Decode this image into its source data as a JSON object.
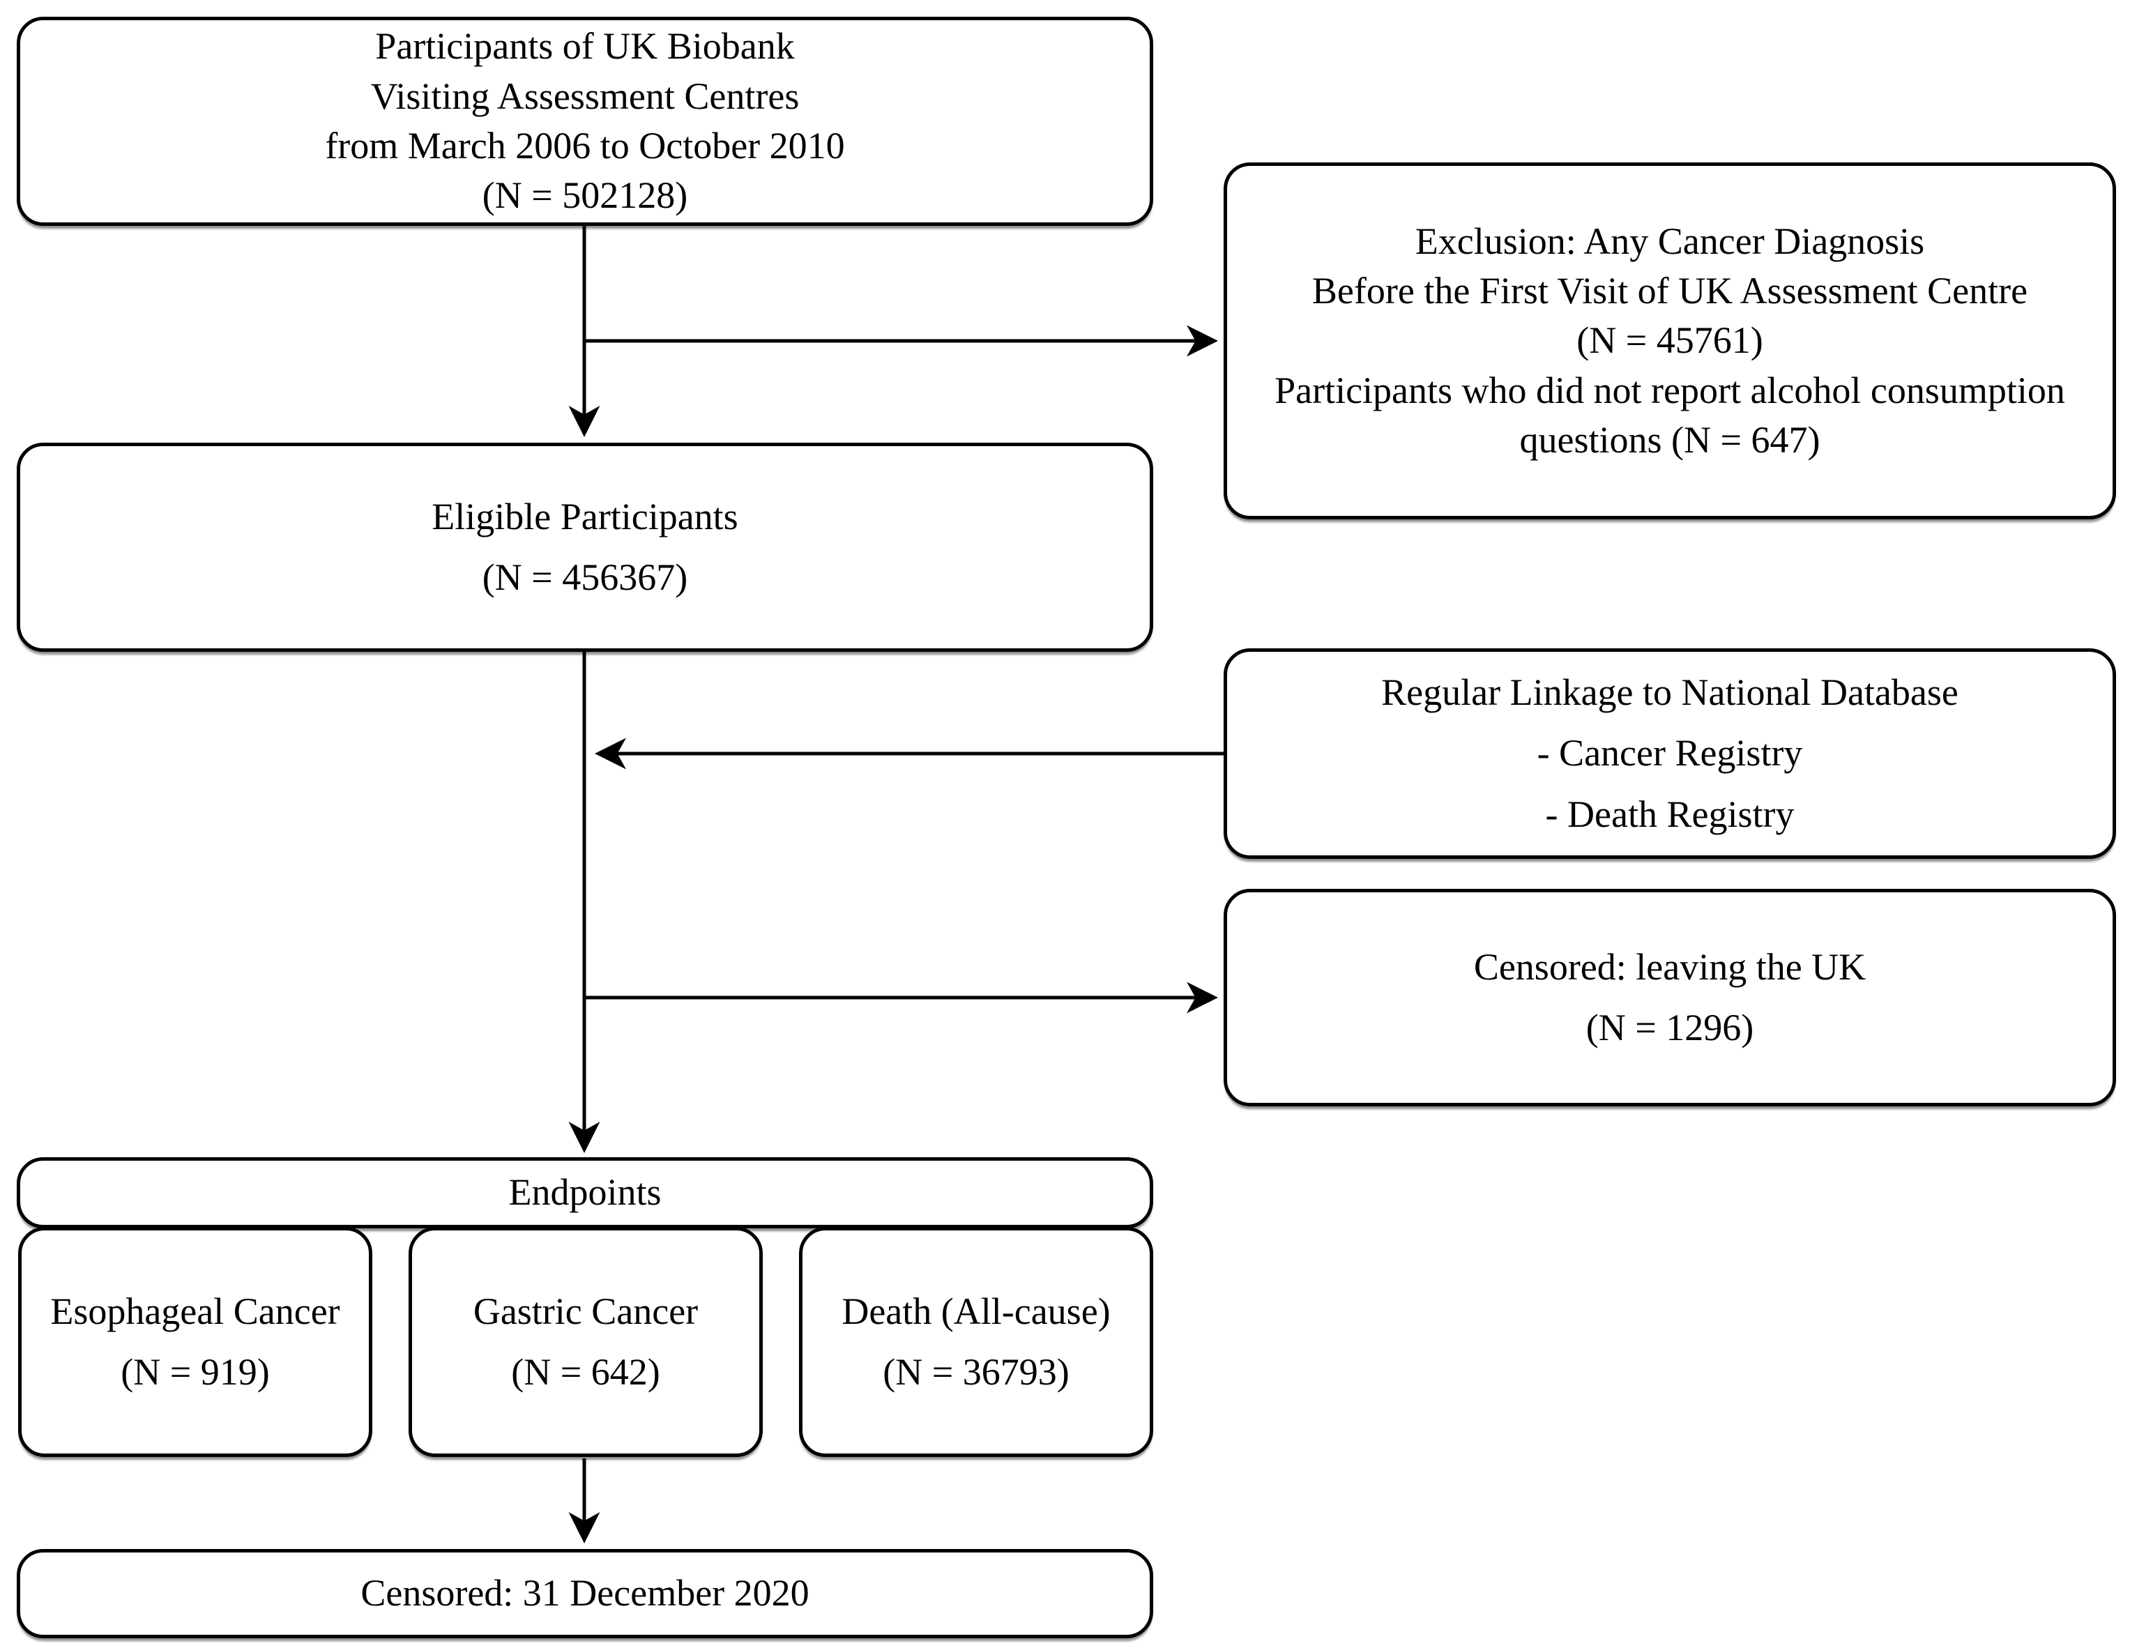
{
  "diagram": {
    "title": "UK Biobank participant flow diagram",
    "colors": {
      "background": "#ffffff",
      "box_fill": "#ffffff",
      "box_border": "#000000",
      "text": "#000000",
      "arrow": "#000000"
    },
    "nodes": {
      "participants": {
        "lines": [
          "Participants of UK Biobank",
          "Visiting Assessment Centres",
          "from March 2006 to October 2010",
          "(N = 502128)"
        ]
      },
      "exclusion": {
        "lines": [
          "Exclusion: Any Cancer Diagnosis",
          "Before the First Visit of UK Assessment Centre",
          "(N = 45761)",
          "Participants who did not report alcohol consumption",
          "questions (N = 647)"
        ]
      },
      "eligible": {
        "lines": [
          "Eligible Participants",
          "(N = 456367)"
        ]
      },
      "linkage": {
        "lines": [
          "Regular Linkage to National Database",
          "- Cancer Registry",
          "- Death Registry"
        ]
      },
      "censored_uk": {
        "lines": [
          "Censored: leaving the UK",
          "(N = 1296)"
        ]
      },
      "endpoints": {
        "lines": [
          "Endpoints"
        ]
      },
      "esophageal": {
        "lines": [
          "Esophageal Cancer",
          "(N = 919)"
        ]
      },
      "gastric": {
        "lines": [
          "Gastric Cancer",
          "(N = 642)"
        ]
      },
      "death": {
        "lines": [
          "Death (All-cause)",
          "(N = 36793)"
        ]
      },
      "censored_2020": {
        "lines": [
          "Censored: 31 December 2020"
        ]
      }
    }
  }
}
